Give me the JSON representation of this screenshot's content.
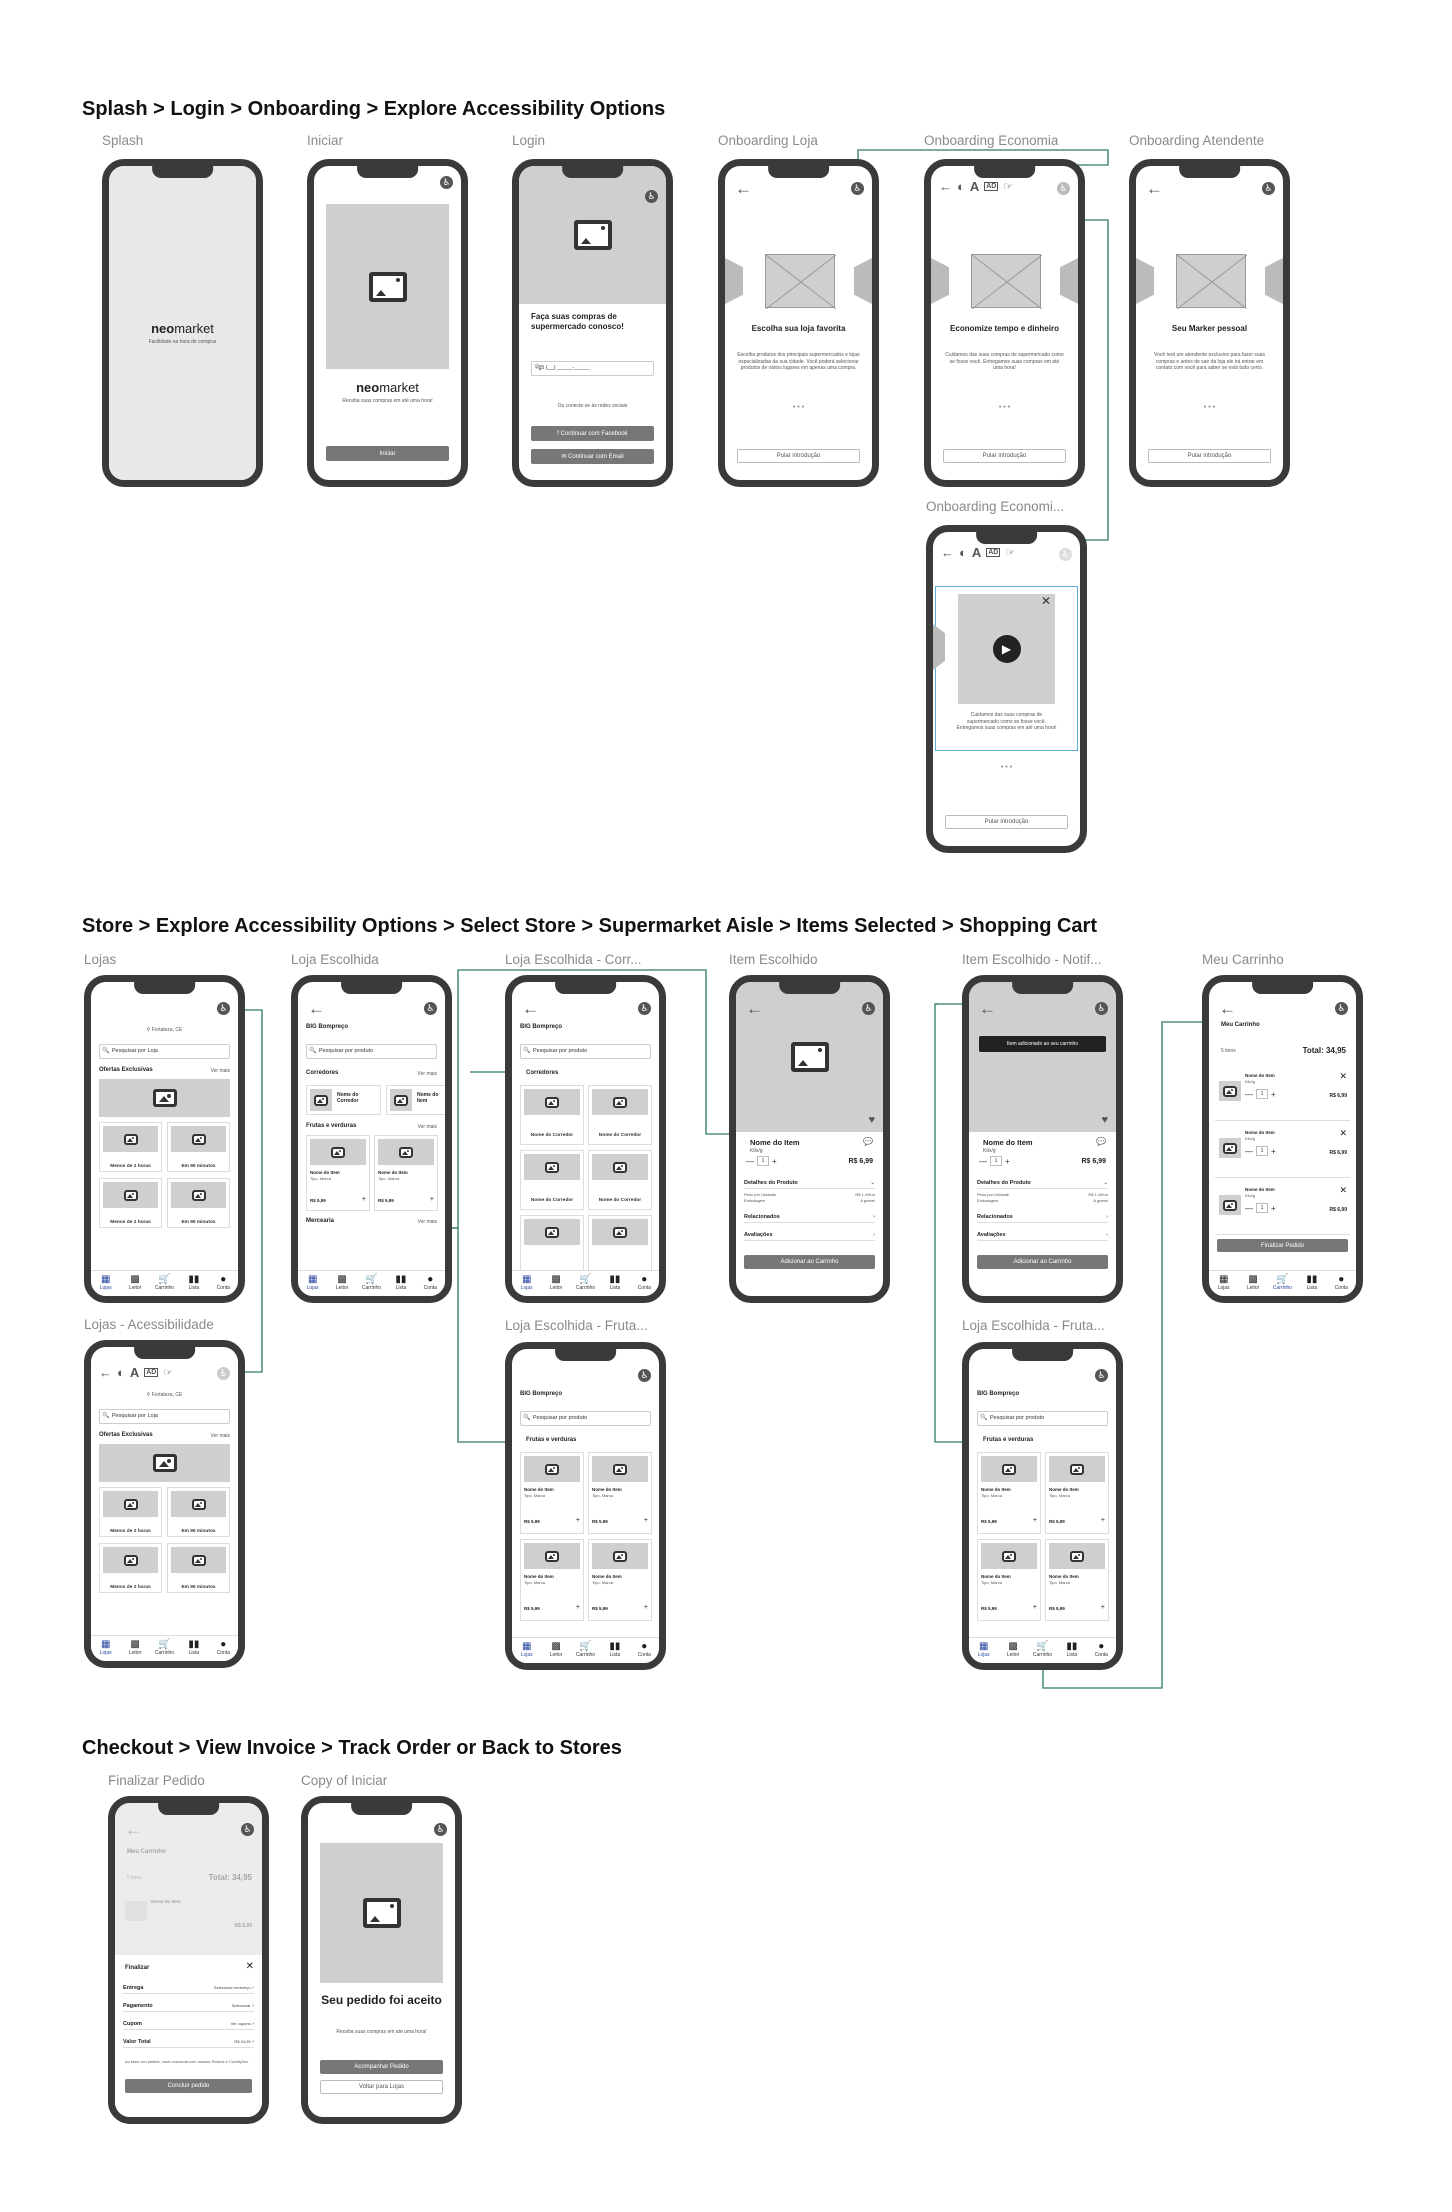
{
  "sections": [
    "Splash > Login > Onboarding > Explore Accessibility Options",
    "Store > Explore Accessibility Options > Select Store > Supermarket Aisle > Items Selected > Shopping Cart",
    "Checkout > View Invoice > Track Order or Back to Stores"
  ],
  "frames": {
    "splash": "Splash",
    "iniciar": "Iniciar",
    "login": "Login",
    "onb_loja": "Onboarding Loja",
    "onb_econ": "Onboarding Economia",
    "onb_atend": "Onboarding Atendente",
    "onb_econ2": "Onboarding Economi...",
    "lojas": "Lojas",
    "lojas_acc": "Lojas - Acessibilidade",
    "loja_esc": "Loja Escolhida",
    "loja_corr": "Loja Escolhida - Corr...",
    "loja_fruta": "Loja Escolhida - Fruta...",
    "item": "Item Escolhido",
    "item_notif": "Item Escolhido - Notif...",
    "loja_fruta2": "Loja Escolhida - Fruta...",
    "carrinho": "Meu Carrinho",
    "finalizar": "Finalizar Pedido",
    "copy_iniciar": "Copy of Iniciar"
  },
  "brand": {
    "neo": "neo",
    "market": "market",
    "tagline": "Facilidade na hora de comprar",
    "iniciar_sub": "Receba suas compras em até uma hora!",
    "iniciar_btn": "Iniciar"
  },
  "login": {
    "title": "Faça suas compras de supermercado conosco!",
    "phone": "+55 (__) _____-_____",
    "note": "Ou conecte-se às redes sociais",
    "facebook": "Continuar com Facebook",
    "email": "Continuar com Email"
  },
  "onb": {
    "loja_title": "Escolha sua loja favorita",
    "loja_text": "Escolha produtos dos principais supermercados e lojas especializadas da sua cidade. Você poderá selecionar produtos de vários lugares em apenas uma compra.",
    "econ_title": "Economize tempo e dinheiro",
    "econ_text": "Cuidamos das suas compras de supermercado como se fosse você. Entregamos suas compras em até uma hora!",
    "atend_title": "Seu Marker pessoal",
    "atend_text": "Você terá um atendente exclusivo para fazer suas compras e antes de sair da loja ele irá entrar em contato com você para saber se está tudo certo.",
    "skip": "Pular introdução",
    "econ2_text": "Cuidamos das suas compras de supermercado como se fosse você. Entregamos suas compras em até uma hora!",
    "skip2": "Pular introdução"
  },
  "acc_tools": {
    "back": "←",
    "contrast": "◐",
    "font": "A",
    "ad": "AD",
    "libras": "☞",
    "acc": "♿"
  },
  "store": {
    "location": "Fortaleza, CE",
    "search_loja": "Pesquisar por Loja",
    "ofertas": "Ofertas Exclusivas",
    "ver_mais": "Ver mais",
    "cards": [
      "Menos de 2 horas",
      "Em 90 minutos",
      "Menos de 2 horas",
      "Em 90 minutos"
    ],
    "big": "BIG Bompreço",
    "search_prod": "Pesquisar por produto",
    "corredores": "Corredores",
    "corredor": "Nome do Corredor",
    "frutas": "Frutas e verduras",
    "mercearia": "Mercearia",
    "item_name": "Nome do Item",
    "item_sub": "Tipo, Marca",
    "item_price": "R$ 5,99",
    "nav": [
      "Lojas",
      "Leitor",
      "Carrinho",
      "Lista",
      "Conta"
    ]
  },
  "item": {
    "name": "Nome do Item",
    "unit": "Kilo/g",
    "price": "R$ 6,99",
    "qty": "1",
    "detalhes": "Detalhes do Produto",
    "peso": "Peso por Unidade",
    "peso_v": "R$ 1,49/un",
    "emb": "Embalagem",
    "emb_v": "A granel",
    "relacionados": "Relacionados",
    "avaliacoes": "Avaliações",
    "add": "Adicionar ao Carrinho",
    "notif": "Item adicionado ao seu carrinho"
  },
  "cart": {
    "title": "Meu Carrinho",
    "count": "5 itens",
    "total": "Total: 34,95",
    "item": "Nome do Item",
    "unit": "Kilo/g",
    "price": "R$ 6,99",
    "qty": "1",
    "finalizar": "Finalizar Pedido"
  },
  "checkout": {
    "finalizar": "Finalizar",
    "entrega": "Entrega",
    "entrega_v": "Selecionar endereço",
    "pagamento": "Pagamento",
    "pagamento_v": "Selecionar",
    "cupom": "Cupom",
    "cupom_v": "Ver cupons",
    "valor": "Valor Total",
    "valor_v": "R$ 34,95",
    "note": "Ao fazer um pedido, você concorda com nossos Termos e Condições.",
    "confirm": "Concluir pedido"
  },
  "confirm": {
    "title": "Seu pedido foi aceito",
    "sub": "Receba suas compras em até uma hora!",
    "track": "Acompanhar Pedido",
    "back": "Voltar para Lojas"
  }
}
